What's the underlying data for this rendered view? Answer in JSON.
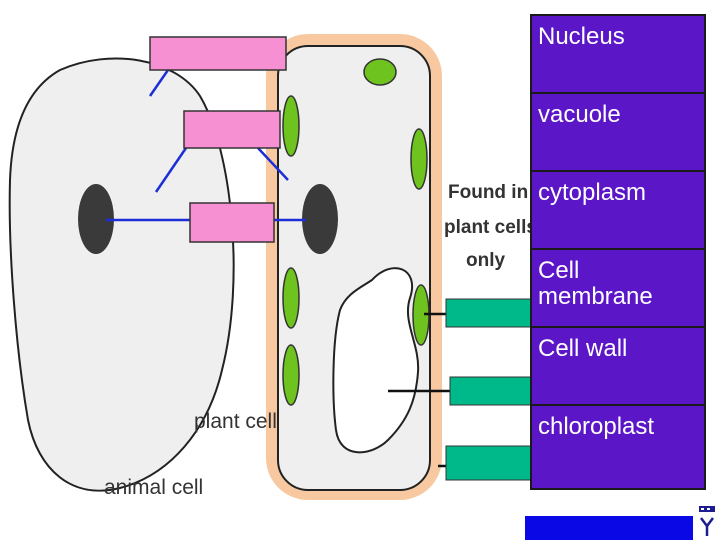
{
  "answer_cards": [
    "Nucleus",
    "vacuole",
    "cytoplasm",
    "Cell membrane",
    "Cell wall",
    "chloroplast"
  ],
  "captions": {
    "found_in_plant": [
      "Found in",
      "plant cells",
      "only"
    ],
    "plant_cell": "plant cell",
    "animal_cell": "animal cell"
  },
  "colors": {
    "pink_label": "#f78fd3",
    "teal_label": "#00b98a",
    "answer_bg": "#5b17c7",
    "cell_wall": "#f8c9a0",
    "chloroplast": "#6ec31f",
    "nucleus": "#3a3a3a",
    "pointer_line": "#1c2fd6"
  },
  "icons": [
    "school-logo-icon"
  ]
}
